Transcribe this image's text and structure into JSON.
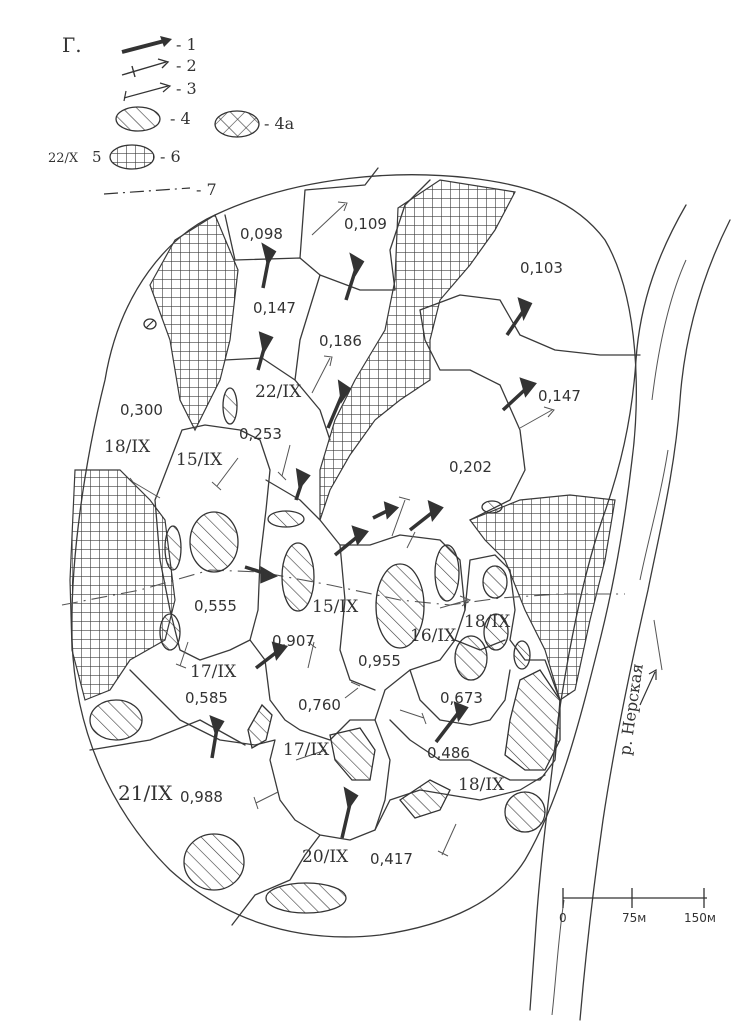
{
  "figure_letter": "Г.",
  "legend": {
    "items": [
      {
        "num": "- 1",
        "icon": "thick-arrow-icon"
      },
      {
        "num": "- 2",
        "icon": "ticked-arrow-icon"
      },
      {
        "num": "- 3",
        "icon": "thin-arrow-icon"
      },
      {
        "num": "- 4",
        "icon": "hatched-ellipse-icon"
      },
      {
        "num": "- 4а",
        "icon": "crosshatched-ellipse-icon"
      },
      {
        "num": "- 6",
        "icon": "crosshatch-pattern-icon"
      },
      {
        "num": "- 7",
        "icon": "dash-dot-line-icon"
      }
    ],
    "date_symbol": "22/X",
    "date_num": "5"
  },
  "values": {
    "v0098": "0,098",
    "v0109": "0,109",
    "v0103": "0,103",
    "v0147a": "0,147",
    "v0186": "0,186",
    "v0147b": "0,147",
    "v0300": "0,300",
    "v0253": "0,253",
    "v0202": "0,202",
    "v0555": "0,555",
    "v0907": "0,907",
    "v0955": "0,955",
    "v0585": "0,585",
    "v0760": "0,760",
    "v0673": "0,673",
    "v0486": "0,486",
    "v0988": "0,988",
    "v0417": "0,417"
  },
  "dates": {
    "d22": "22/IX",
    "d18a": "18/IX",
    "d15a": "15/IX",
    "d15b": "15/IX",
    "d16": "16/IX",
    "d18b": "18/IX",
    "d17a": "17/IX",
    "d17b": "17/IX",
    "d21": "21/IX",
    "d18c": "18/IX",
    "d20": "20/IX"
  },
  "river": {
    "label": "р. Нерская"
  },
  "scale": {
    "labels": [
      "0",
      "75м",
      "150м"
    ]
  }
}
